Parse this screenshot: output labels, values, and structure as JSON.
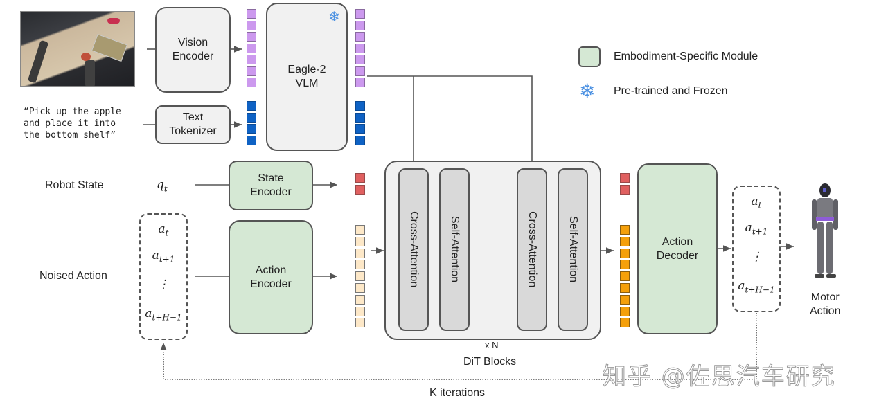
{
  "inputs": {
    "image_alt": "Robot egocentric camera view of table with apple and shelf",
    "instruction": "“Pick up the apple\nand place it into\nthe bottom shelf”",
    "robot_state_label": "Robot State",
    "robot_state_symbol": "q",
    "robot_state_sub": "t",
    "noised_action_label": "Noised Action"
  },
  "modules": {
    "vision_encoder": "Vision\nEncoder",
    "text_tokenizer": "Text\nTokenizer",
    "vlm": "Eagle-2\nVLM",
    "state_encoder": "State\nEncoder",
    "action_encoder": "Action\nEncoder",
    "action_decoder": "Action\nDecoder",
    "cross_attention": "Cross-Attention",
    "self_attention": "Self-Attention",
    "repeat": "x N",
    "dit_label": "DiT Blocks"
  },
  "action_sequence": {
    "items": [
      {
        "base": "a",
        "sub": "t"
      },
      {
        "base": "a",
        "sub": "t+1"
      },
      {
        "base": "⋮",
        "sub": ""
      },
      {
        "base": "a",
        "sub": "t+H−1"
      }
    ]
  },
  "outputs": {
    "motor_action": "Motor\nAction"
  },
  "loop_label": "K iterations",
  "legend": {
    "items": [
      {
        "icon": "green-box-swatch",
        "label": "Embodiment-Specific Module"
      },
      {
        "icon": "snowflake-icon",
        "label": "Pre-trained and Frozen"
      }
    ]
  },
  "tokens": {
    "vision_count": 7,
    "text_count": 4,
    "state_count": 2,
    "action_count": 9
  },
  "colors": {
    "embodiment_module": "#d5e8d4",
    "frozen_icon": "#4a90e2",
    "vision_token": "#cc99ee",
    "text_token": "#0f62c4",
    "state_token": "#e06060",
    "action_token_in": "#fde8c8",
    "action_token_out": "#f5a00a"
  },
  "watermark": "知乎 @佐思汽车研究"
}
